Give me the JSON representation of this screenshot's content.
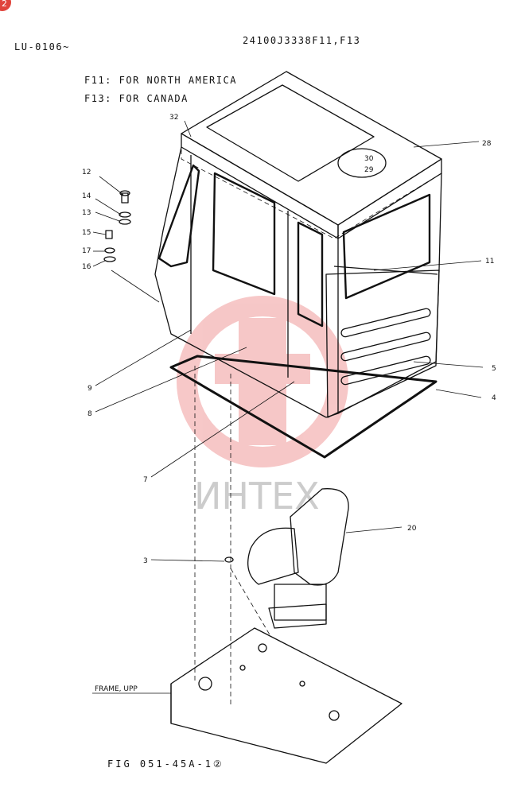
{
  "corner_badge": "2",
  "header": {
    "serial_range": "LU-0106~",
    "part_number": "24100J3338F11,F13"
  },
  "notes": [
    "F11: FOR NORTH AMERICA",
    "F13: FOR CANADA"
  ],
  "callouts": [
    "32",
    "28",
    "30",
    "29",
    "12",
    "14",
    "13",
    "15",
    "17",
    "16",
    "11",
    "9",
    "5",
    "8",
    "4",
    "7",
    "20",
    "3"
  ],
  "frame_label": "FRAME, UPP",
  "watermark": "ИНТЕХ",
  "figure_caption": "FIG 051-45A-1②",
  "colors": {
    "line": "#111111",
    "watermark": "#f4b5b5",
    "badge": "#e0443c"
  }
}
